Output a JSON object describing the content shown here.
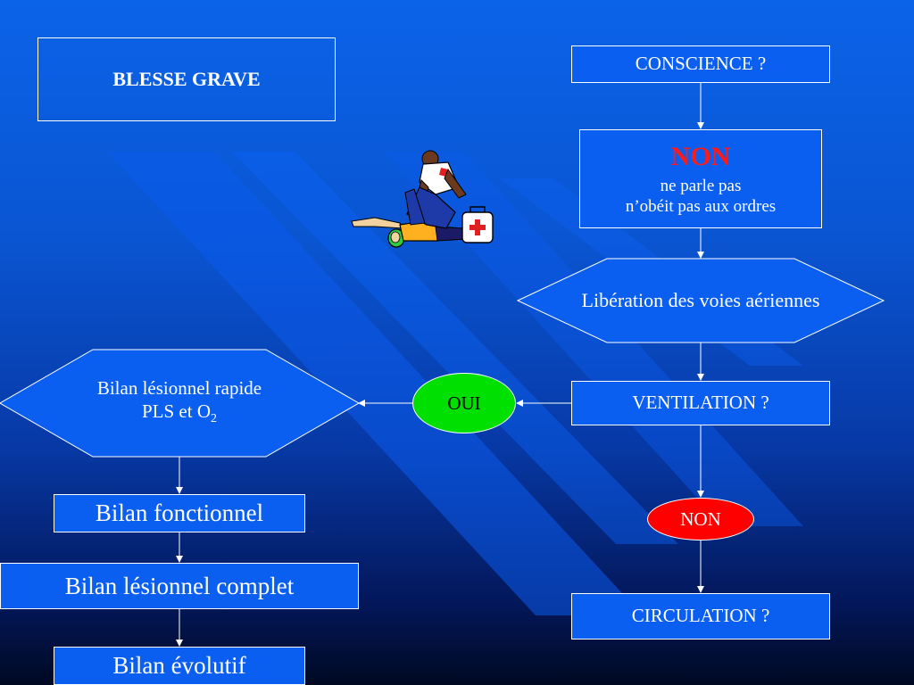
{
  "colors": {
    "background_top": "#0b63e8",
    "background_bottom": "#000922",
    "shape_fill": "#0a5ff0",
    "oui_fill": "#00e000",
    "non_fill": "#ff0000",
    "non_title_text": "#ff1a1a",
    "line": "#ffffff"
  },
  "left": {
    "title": "BLESSE GRAVE",
    "bilan_rapide_line1": "Bilan lésionnel rapide",
    "bilan_rapide_line2": "PLS et O",
    "bilan_rapide_subscript": "2",
    "bilan_fonctionnel": "Bilan fonctionnel",
    "bilan_lesionnel_complet": "Bilan lésionnel complet",
    "bilan_evolutif": "Bilan évolutif"
  },
  "right": {
    "conscience": "CONSCIENCE ?",
    "non_title": "NON",
    "non_line1": "ne parle pas",
    "non_line2": "n’obéit pas aux ordres",
    "liberation": "Libération des voies aériennes",
    "ventilation": "VENTILATION ?",
    "oui": "OUI",
    "non": "NON",
    "circulation": "CIRCULATION ?"
  },
  "illustration": {
    "icon": "first-aid-rescuer-icon"
  }
}
